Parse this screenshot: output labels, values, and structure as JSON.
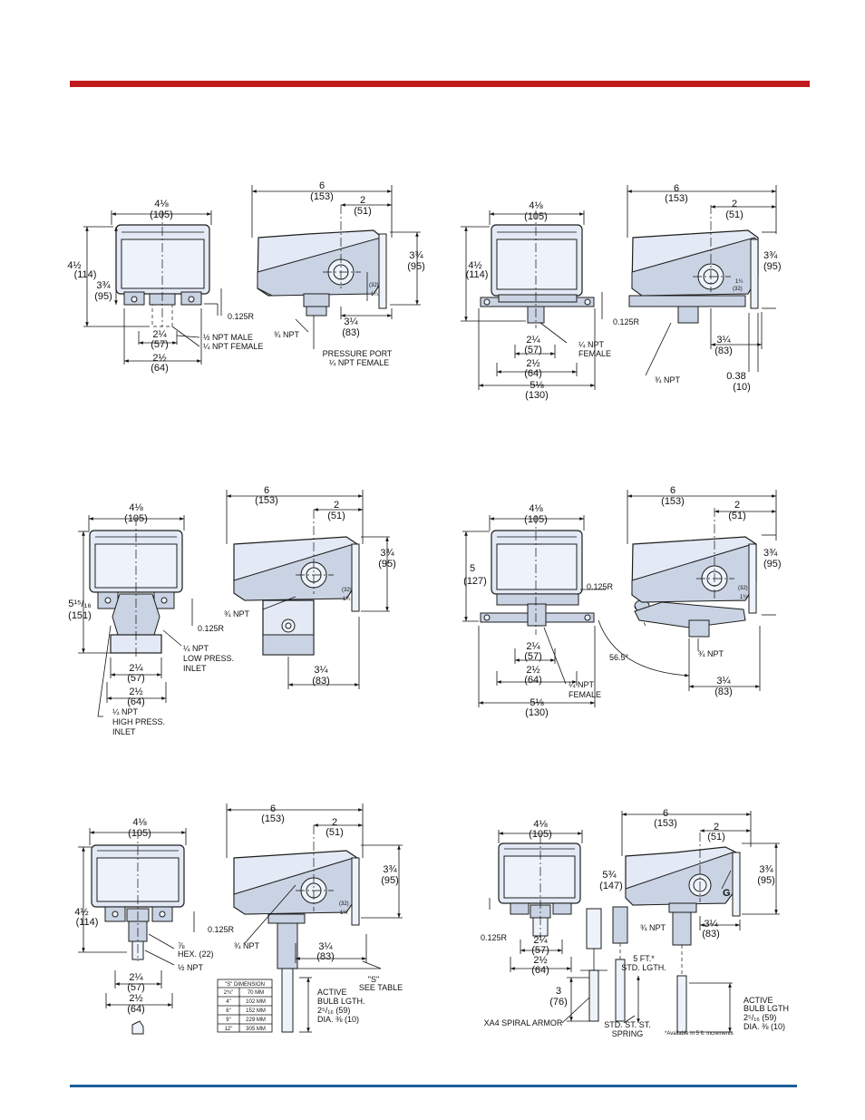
{
  "colors": {
    "top_bar": "#c01a1a",
    "bottom_bar": "#1d5f9b",
    "housing_fill": "#e3eaf5"
  },
  "dims": {
    "w105": [
      "4⅛",
      "(105)"
    ],
    "w153": [
      "6",
      "(153)"
    ],
    "w51": [
      "2",
      "(51)"
    ],
    "h95": [
      "3¾",
      "(95)"
    ],
    "h114": [
      "4½",
      "(114)"
    ],
    "w57": [
      "2¼",
      "(57)"
    ],
    "w64": [
      "2½",
      "(64)"
    ],
    "w83": [
      "3¼",
      "(83)"
    ],
    "w130": [
      "5⅛",
      "(130)"
    ],
    "h127": [
      "5",
      "(127)"
    ],
    "h151": [
      "5¹⁵/₁₆",
      "(151)"
    ],
    "w38": [
      "0.38",
      "(10)"
    ],
    "w76": [
      "3",
      "(76)"
    ],
    "h147": [
      "5¾",
      "(147)"
    ],
    "r0125": "0.125R",
    "m32": "(32)",
    "m114": "1¼",
    "angle": "56.5°"
  },
  "notes": {
    "npt34": "¾ NPT",
    "npt12_male": "½ NPT MALE",
    "npt14_female": "¼ NPT FEMALE",
    "pressure_port": [
      "PRESSURE PORT",
      "¼ NPT FEMALE"
    ],
    "npt14_female_2": [
      "¼ NPT",
      "FEMALE"
    ],
    "low_inlet": [
      "¼ NPT",
      "LOW PRESS.",
      "INLET"
    ],
    "high_inlet": [
      "¼ NPT",
      "HIGH PRESS.",
      "INLET"
    ],
    "hex": [
      "⅞",
      "HEX. (22)"
    ],
    "npt12": "½ NPT",
    "active_bulb": [
      "ACTIVE",
      "BULB LGTH.",
      "2⁵/₁₆ (59)",
      "DIA. ⅜ (10)"
    ],
    "active_bulb_2": [
      "ACTIVE",
      "BULB LGTH",
      "2⁵/₁₆ (59)",
      "DIA. ⅜ (10)"
    ],
    "see_table": [
      "\"S\"",
      "SEE TABLE"
    ],
    "five_ft": [
      "5 FT.*",
      "STD. LGTH."
    ],
    "spiral_armor": "XA4 SPIRAL ARMOR",
    "spring": [
      "STD. ST. ST.",
      "SPRING"
    ],
    "available": "*Available in 5 ft. increments",
    "g_mark": "G"
  },
  "s_table": {
    "header": "\"S\" DIMENSION",
    "rows": [
      [
        "2¾\"",
        "70 MM"
      ],
      [
        "4\"",
        "102 MM"
      ],
      [
        "6\"",
        "152 MM"
      ],
      [
        "9\"",
        "229 MM"
      ],
      [
        "12\"",
        "305 MM"
      ]
    ]
  }
}
